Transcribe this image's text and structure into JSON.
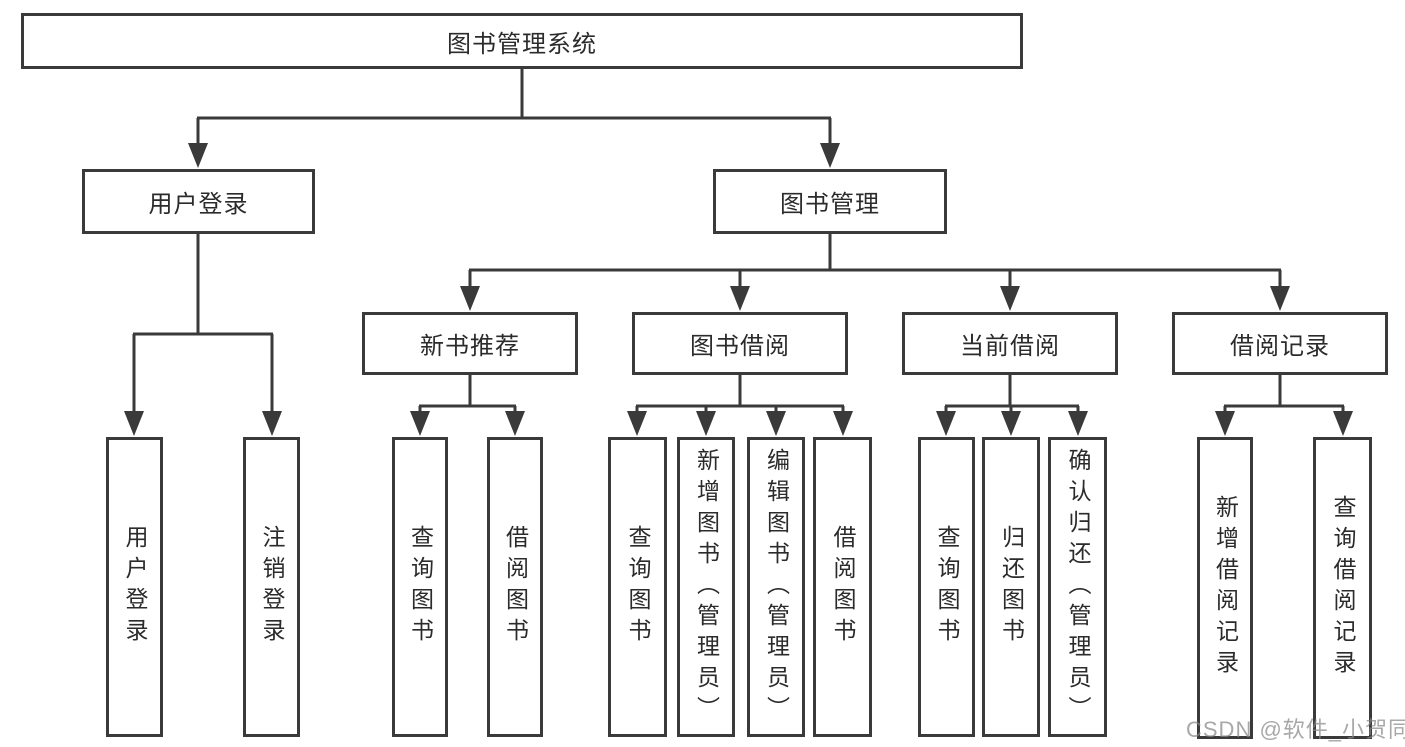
{
  "diagram": {
    "root": {
      "label": "图书管理系统",
      "children": [
        {
          "label": "用户登录",
          "children": [
            {
              "label": "用户登录"
            },
            {
              "label": "注销登录"
            }
          ]
        },
        {
          "label": "图书管理",
          "children": [
            {
              "label": "新书推荐",
              "children": [
                {
                  "label": "查询图书"
                },
                {
                  "label": "借阅图书"
                }
              ]
            },
            {
              "label": "图书借阅",
              "children": [
                {
                  "label": "查询图书"
                },
                {
                  "label": "新增图书（管理员）"
                },
                {
                  "label": "编辑图书（管理员）"
                },
                {
                  "label": "借阅图书"
                }
              ]
            },
            {
              "label": "当前借阅",
              "children": [
                {
                  "label": "查询图书"
                },
                {
                  "label": "归还图书"
                },
                {
                  "label": "确认归还（管理员）"
                }
              ]
            },
            {
              "label": "借阅记录",
              "children": [
                {
                  "label": "新增借阅记录"
                },
                {
                  "label": "查询借阅记录"
                }
              ]
            }
          ]
        }
      ]
    }
  },
  "watermark": {
    "text": "CSDN @软件_小贺同学"
  },
  "colors": {
    "line": "#3a3a3a",
    "text": "#2b2b2b",
    "watermark": "#878787",
    "background": "#ffffff"
  }
}
